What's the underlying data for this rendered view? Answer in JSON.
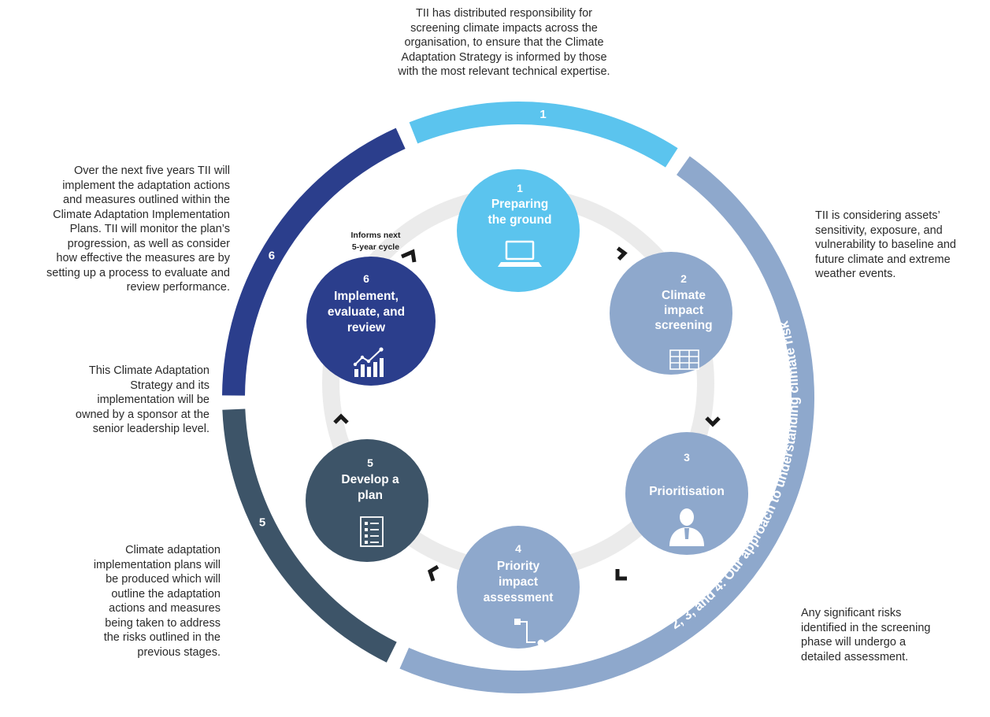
{
  "notes": {
    "top": "TII has distributed responsibility for\nscreening climate impacts across the\norganisation, to ensure that the Climate\nAdaptation Strategy is informed by those\nwith the most relevant technical expertise.",
    "top_left": "Over the next five years TII will\nimplement the adaptation actions\nand measures outlined within the\nClimate Adaptation Implementation\nPlans. TII will monitor the plan’s\nprogression, as well as consider\nhow effective the measures are by\nsetting up a process to evaluate and\nreview performance.",
    "middle_left": "This Climate Adaptation\nStrategy and its\nimplementation will be\nowned by a sponsor at the\nsenior leadership level.",
    "bottom_left": "Climate adaptation\nimplementation plans will\nbe produced which will\noutline the adaptation\nactions and measures\nbeing taken to address\nthe risks outlined in the\nprevious stages.",
    "top_right": "TII is considering assets’\nsensitivity, exposure, and\nvulnerability to baseline and\nfuture climate and extreme\nweather events.",
    "bottom_right": "Any significant risks\nidentified in the screening\nphase will undergo a\ndetailed assessment."
  },
  "ring": {
    "seg1_label": "1",
    "seg234_label": "2, 3, and 4: Our approach to understanding climate risk",
    "seg5_label": "5",
    "seg6_label": "6"
  },
  "cycle_note": {
    "line1": "Informs next",
    "line2": "5-year cycle"
  },
  "steps": [
    {
      "number": "1",
      "lines": [
        "Preparing",
        "the ground"
      ],
      "icon": "laptop-icon",
      "color": "#5bc4ee"
    },
    {
      "number": "2",
      "lines": [
        "Climate",
        "impact",
        "screening"
      ],
      "icon": "table-grid-icon",
      "color": "#8ea8cc"
    },
    {
      "number": "3",
      "lines": [
        "Prioritisation"
      ],
      "icon": "person-icon",
      "color": "#8ea8cc"
    },
    {
      "number": "4",
      "lines": [
        "Priority",
        "impact",
        "assessment"
      ],
      "icon": "flow-icon",
      "color": "#8ea8cc"
    },
    {
      "number": "5",
      "lines": [
        "Develop a",
        "plan"
      ],
      "icon": "checklist-icon",
      "color": "#3d5468"
    },
    {
      "number": "6",
      "lines": [
        "Implement,",
        "evaluate, and",
        "review"
      ],
      "icon": "growth-chart-icon",
      "color": "#2b3e8c"
    }
  ],
  "colors": {
    "step1": "#5bc4ee",
    "steps234": "#8ea8cc",
    "step5": "#3d5468",
    "step6": "#2b3e8c",
    "ring_track": "#ebebeb",
    "arrow": "#1a1a1a"
  }
}
